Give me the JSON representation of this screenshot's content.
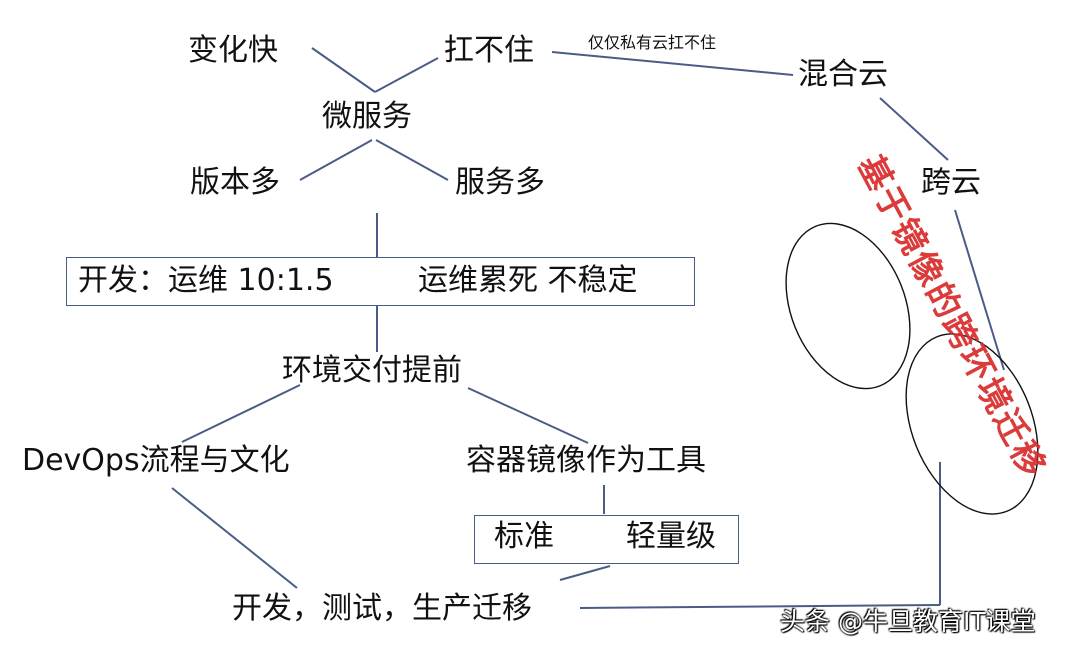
{
  "nodes": {
    "change_fast": "变化快",
    "cannot_handle": "扛不住",
    "private_cloud_note": "仅仅私有云扛不住",
    "hybrid_cloud": "混合云",
    "microservices": "微服务",
    "many_versions": "版本多",
    "many_services": "服务多",
    "cross_cloud": "跨云",
    "ratio_left": "开发：运维 10:1.5",
    "ratio_right": "运维累死 不稳定",
    "env_delivery": "环境交付提前",
    "devops": "DevOps流程与文化",
    "container_image": "容器镜像作为工具",
    "standard": "标准",
    "lightweight": "轻量级",
    "migration": "开发，测试，生产迁移"
  },
  "stamp": "基于镜像的跨环境迁移",
  "watermark": "头条 @牛旦教育IT课堂",
  "colors": {
    "line": "#4a5c86",
    "stamp": "#d92b2b"
  }
}
